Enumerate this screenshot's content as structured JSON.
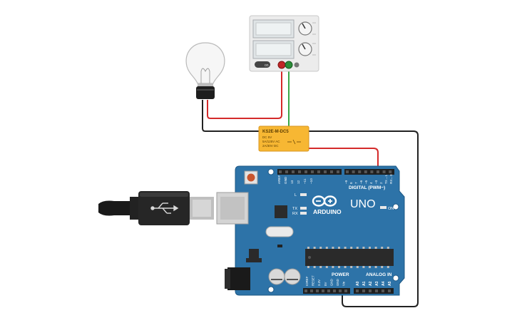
{
  "power_supply": {
    "on_label": "on"
  },
  "relay": {
    "model": "KS2E-M-DC5",
    "line1": "DC 5V",
    "line2": "5A/125V AC",
    "line3": "2A/30V DC"
  },
  "arduino": {
    "brand": "ARDUINO",
    "model": "UNO",
    "digital_label": "DIGITAL (PWM~)",
    "power_label": "POWER",
    "analog_label": "ANALOG IN",
    "on_label": "ON",
    "led_l": "L",
    "led_tx": "TX",
    "led_rx": "RX",
    "top_pins": [
      "AREF",
      "GND",
      "13",
      "12",
      "~11",
      "~10",
      "~9",
      "8",
      "7",
      "~6",
      "~5",
      "4",
      "~3",
      "2",
      "TX→1",
      "RX←0"
    ],
    "power_pins": [
      "IOREF",
      "RESET",
      "3.3V",
      "5V",
      "GND",
      "GND",
      "Vin"
    ],
    "analog_pins": [
      "A0",
      "A1",
      "A2",
      "A3",
      "A4",
      "A5"
    ]
  },
  "colors": {
    "board": "#2d73a8",
    "relay": "#f7b733",
    "wire_red": "#d42a2a",
    "wire_green": "#3aa847",
    "wire_black": "#222222"
  }
}
